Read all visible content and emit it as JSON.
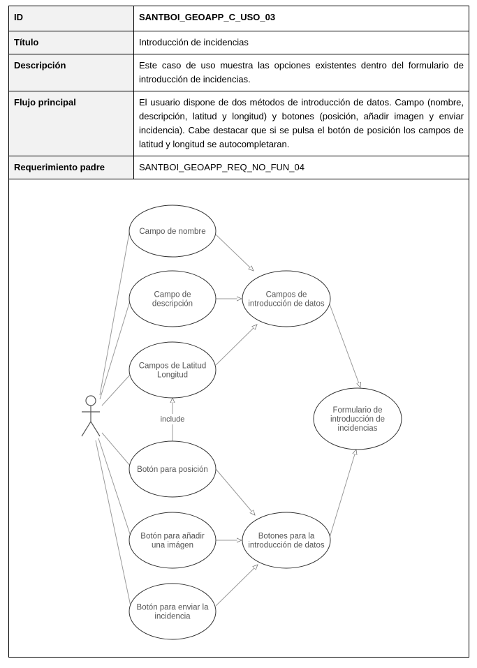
{
  "table": {
    "rows": [
      {
        "label": "ID",
        "value": "SANTBOI_GEOAPP_C_USO_03"
      },
      {
        "label": "Título",
        "value": "Introducción de incidencias"
      },
      {
        "label": "Descripción",
        "value": "Este caso de uso muestra las opciones existentes dentro del formulario de introducción de incidencias."
      },
      {
        "label": "Flujo principal",
        "value": "El usuario dispone de dos métodos de introducción de datos. Campo (nombre, descripción, latitud y longitud) y botones (posición, añadir imagen y enviar incidencia). Cabe destacar que si se pulsa el botón de posición los campos de latitud y longitud se autocompletaran."
      },
      {
        "label": "Requerimiento padre",
        "value": "SANTBOI_GEOAPP_REQ_NO_FUN_04"
      }
    ]
  },
  "diagram": {
    "use_cases": {
      "nombre": [
        "Campo de nombre"
      ],
      "descripcion": [
        "Campo de",
        "descripción"
      ],
      "latlon": [
        "Campos de Latitud",
        "Longitud"
      ],
      "posicion": [
        "Botón para posición"
      ],
      "imagen": [
        "Botón para añadir",
        "una imágen"
      ],
      "enviar": [
        "Botón para enviar la",
        "incidencia"
      ],
      "campos": [
        "Campos de",
        "introducción de datos"
      ],
      "botones": [
        "Botones para la",
        "introducción de datos"
      ],
      "formulario": [
        "Formulario de",
        "introducción de",
        "incidencias"
      ]
    },
    "include_label": "include",
    "colors": {
      "line": "#9a9a9a",
      "ellipse_stroke": "#333333",
      "text": "#555555"
    }
  }
}
